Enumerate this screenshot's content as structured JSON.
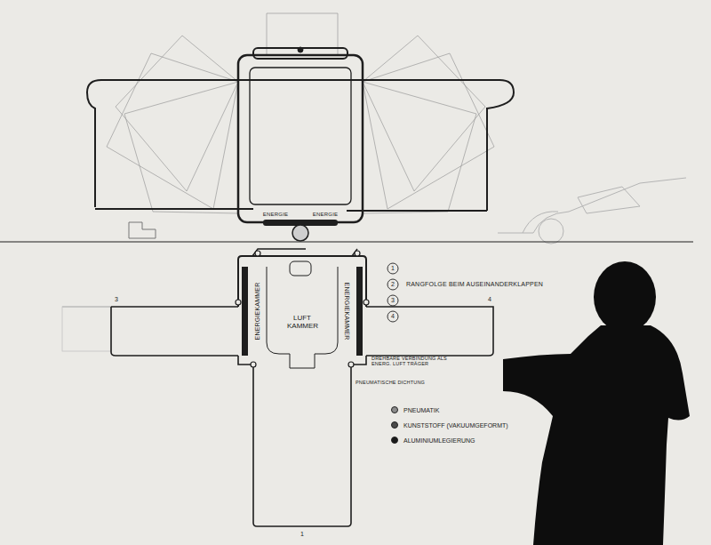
{
  "diagram": {
    "nodes": [
      {
        "text": [
          "LUFT KAMMER"
        ]
      }
    ],
    "labels": [
      "ENERGIE",
      "ENERGIE",
      "1",
      "2",
      "3",
      "4",
      "RANGFOLGE BEIM AUSEINANDERKLAPPEN",
      "3",
      "4",
      "1",
      "ENERGIEKAMMER",
      "ENERGIEKAMMER",
      "DREHBARE VERBINDUNG ALS ENERG. LUFT TRÄGER",
      "PNEUMATISCHE DICHTUNG"
    ],
    "legend": [
      {
        "text": "PNEUMATIK",
        "color": "#8c8c8c"
      },
      {
        "text": "KUNSTSTOFF (VAKUUMGEFORMT)",
        "color": "#4a4a4a"
      },
      {
        "text": "ALUMINIUMLEGIERUNG",
        "color": "#1a1a1a"
      }
    ]
  }
}
